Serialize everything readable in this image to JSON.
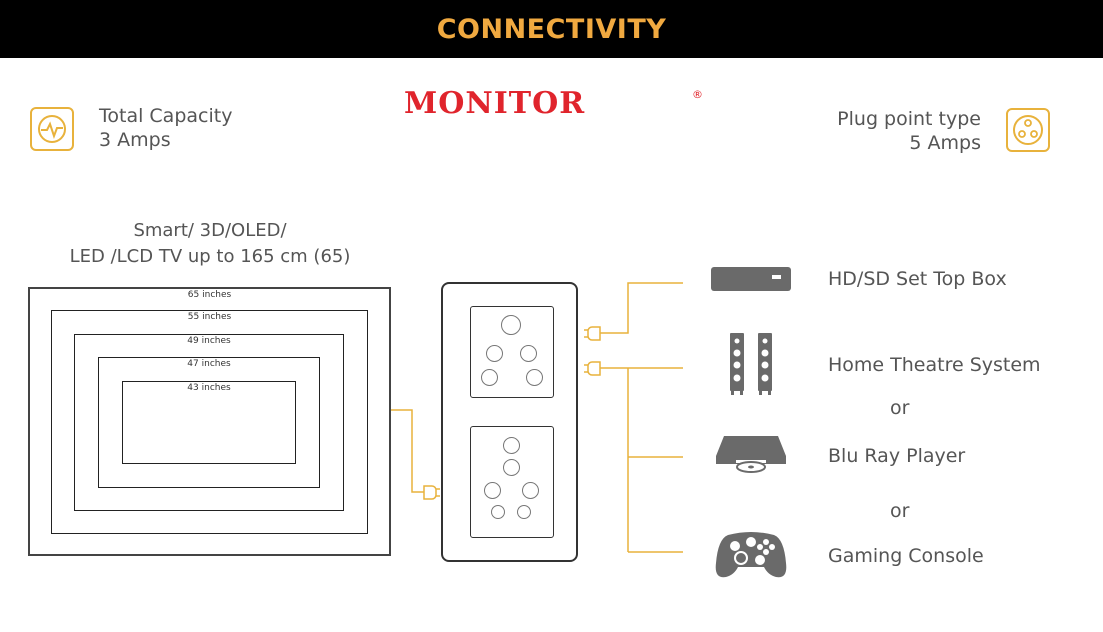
{
  "header": {
    "title": "CONNECTIVITY"
  },
  "brand": {
    "name": "MONITOR",
    "registered": "®"
  },
  "capacity": {
    "label": "Total Capacity",
    "value": "3 Amps",
    "icon": "pulse-icon"
  },
  "plug_point": {
    "label": "Plug point type",
    "value": "5 Amps",
    "icon": "three-pin-socket-icon"
  },
  "tv": {
    "caption_line1": "Smart/ 3D/OLED/",
    "caption_line2": "LED /LCD TV up to 165  cm (65)",
    "sizes": [
      "65 inches",
      "55 inches",
      "49 inches",
      "47 inches",
      "43 inches"
    ]
  },
  "devices": [
    {
      "label": "HD/SD Set Top Box",
      "icon": "set-top-box-icon"
    },
    {
      "label": "Home Theatre System",
      "icon": "speakers-icon"
    },
    {
      "label": "Blu Ray Player",
      "icon": "blu-ray-player-icon"
    },
    {
      "label": "Gaming Console",
      "icon": "gamepad-icon"
    }
  ],
  "connectors": [
    "or",
    "or"
  ],
  "colors": {
    "accent": "#e8b23c",
    "header_title": "#f0a940",
    "brand": "#e0242c",
    "icon_gray": "#6a6a6a"
  }
}
